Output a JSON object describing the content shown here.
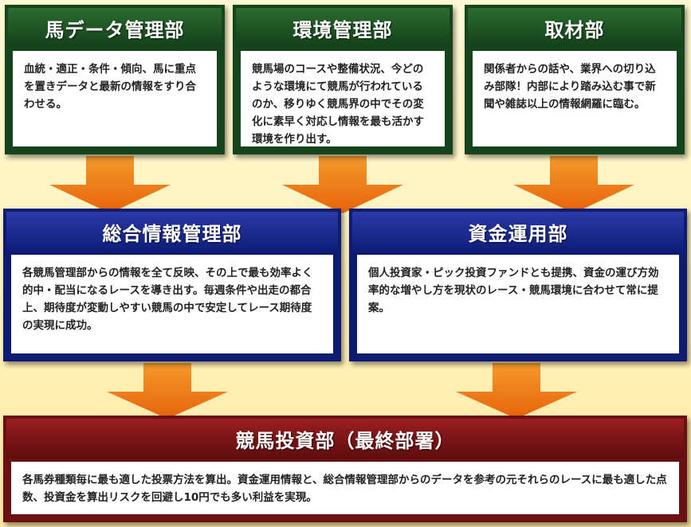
{
  "departments": {
    "horse_data": {
      "title": "馬データ管理部",
      "body": "血統・適正・条件・傾向、馬に重点を置きデータと最新の情報をすり合わせる。"
    },
    "environment": {
      "title": "環境管理部",
      "body": "競馬場のコースや整備状況、今どのような環境にて競馬が行われているのか、移りゆく競馬界の中でその変化に素早く対応し情報を最も活かす環境を作り出す。"
    },
    "coverage": {
      "title": "取材部",
      "body": "関係者からの話や、業界への切り込み部隊！内部により踏み込む事で新聞や雑誌以上の情報網羅に臨む。"
    },
    "integrated": {
      "title": "総合情報管理部",
      "body": "各競馬管理部からの情報を全て反映、その上で最も効率よく的中・配当になるレースを導き出す。毎週条件や出走の都合上、期待度が変動しやすい競馬の中で安定してレース期待度の実現に成功。"
    },
    "fund": {
      "title": "資金運用部",
      "body": "個人投資家・ピック投資ファンドとも提携、資金の運び方効率的な増やし方を現状のレース・競馬環境に合わせて常に提案。"
    },
    "final": {
      "title": "競馬投資部（最終部署）",
      "body": "各馬券種類毎に最も適した投票方法を算出。資金運用情報と、総合情報管理部からのデータを参考の元それらのレースに最も適した点数、投資金を算出リスクを回避し10円でも多い利益を実現。"
    }
  },
  "colors": {
    "green": "#16441c",
    "blue": "#0d1c72",
    "red": "#6a0f12",
    "arrow": "#f07a18"
  }
}
